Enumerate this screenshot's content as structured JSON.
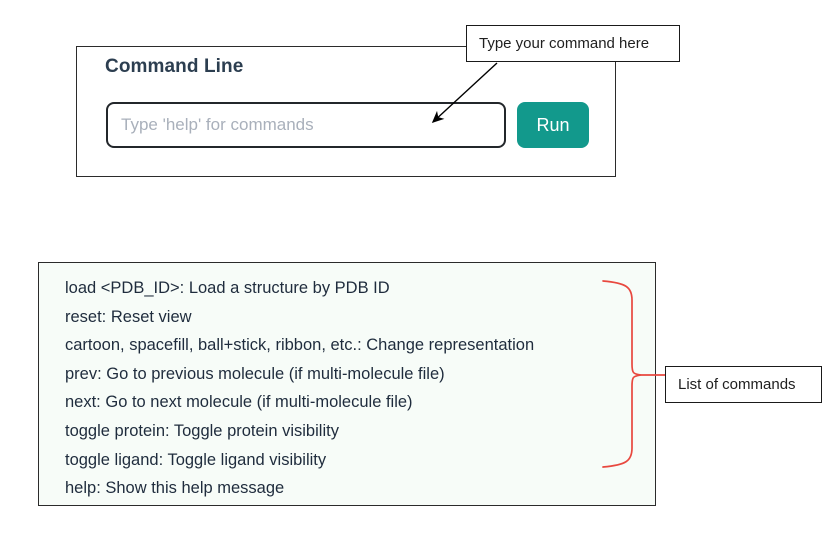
{
  "panel": {
    "title": "Command Line",
    "input": {
      "value": "",
      "placeholder": "Type 'help' for commands"
    },
    "run_label": "Run"
  },
  "help_output": {
    "lines": [
      "load <PDB_ID>: Load a structure by PDB ID",
      "reset: Reset view",
      "cartoon, spacefill, ball+stick, ribbon, etc.: Change representation",
      "prev: Go to previous molecule (if multi-molecule file)",
      "next: Go to next molecule (if multi-molecule file)",
      "toggle protein: Toggle protein visibility",
      "toggle ligand: Toggle ligand visibility",
      "help: Show this help message"
    ]
  },
  "annotations": {
    "input_callout": "Type your command here",
    "commands_callout": "List of commands",
    "arrow_color": "#000000",
    "brace_color": "#e8483f"
  },
  "colors": {
    "run_button": "#12998c",
    "title": "#2c3e50",
    "placeholder": "#a9b0bb",
    "output_background": "#f7fcf8",
    "output_text": "#1f2c3d",
    "border": "#2b2b2b"
  }
}
